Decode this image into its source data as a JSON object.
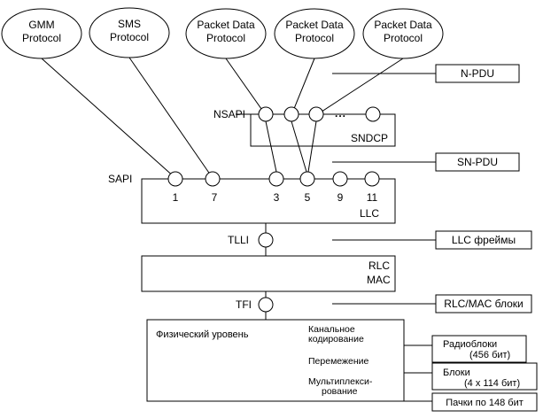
{
  "protocols": {
    "gmm": [
      "GMM",
      "Protocol"
    ],
    "sms": [
      "SMS",
      "Protocol"
    ],
    "pd1": [
      "Packet Data",
      "Protocol"
    ],
    "pd2": [
      "Packet Data",
      "Protocol"
    ],
    "pd3": [
      "Packet Data",
      "Protocol"
    ]
  },
  "pdu_boxes": {
    "npdu": "N-PDU",
    "snpdu": "SN-PDU",
    "llc_frames": "LLC фреймы",
    "rlcmac_blocks": "RLC/MAC блоки",
    "radio_blocks": [
      "Радиоблоки",
      "(456 бит)"
    ],
    "blocks": [
      "Блоки",
      "(4 x 114 бит)"
    ],
    "bursts": "Пачки по 148 бит"
  },
  "sndcp": {
    "access_point": "NSAPI",
    "label": "SNDCP",
    "dots": "..."
  },
  "llc": {
    "access_point": "SAPI",
    "label": "LLC",
    "sapi_numbers": [
      "1",
      "7",
      "3",
      "5",
      "9",
      "11"
    ]
  },
  "tlli": "TLLI",
  "rlcmac": [
    "RLC",
    "MAC"
  ],
  "tfi": "TFI",
  "physical": {
    "title": "Физический уровень",
    "channel_coding": [
      "Канальное",
      "кодирование"
    ],
    "interleaving": "Перемежение",
    "multiplexing": [
      "Мультиплекси-",
      "рование"
    ]
  }
}
